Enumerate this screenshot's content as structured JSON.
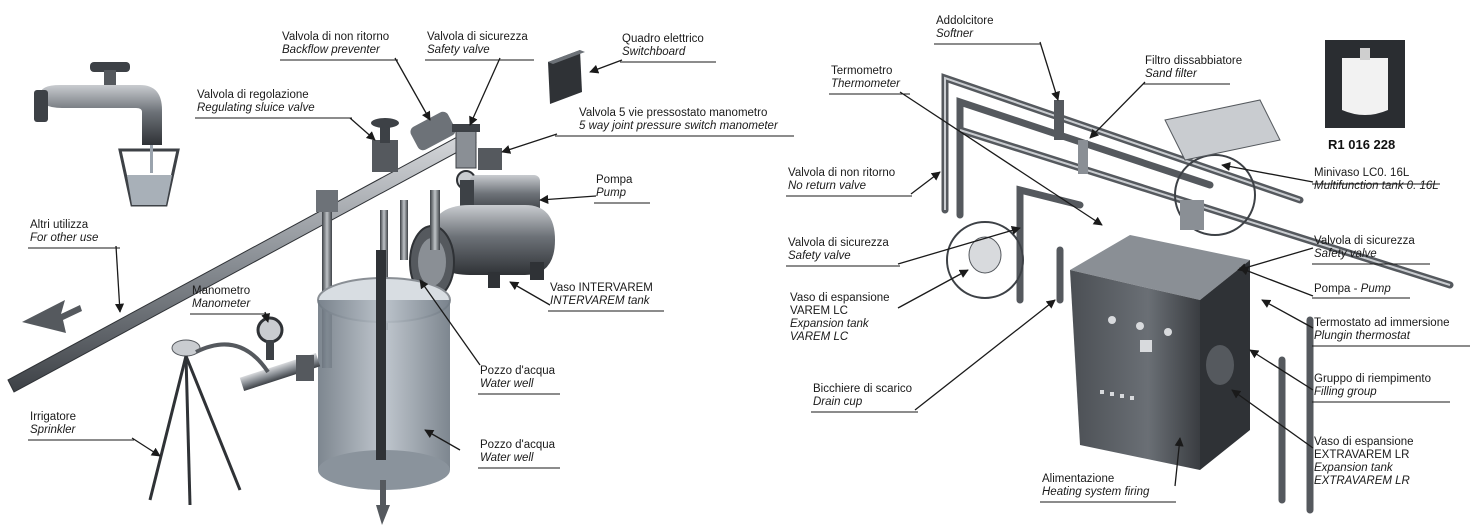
{
  "colors": {
    "metal": "#8a8f95",
    "dark": "#3d4146",
    "pipe": "#55595e",
    "light": "#c9ccd0",
    "water": "#9aa3ad"
  },
  "left_labels": {
    "valvola_non_ritorno": {
      "it": "Valvola di non ritorno",
      "en": "Backflow preventer"
    },
    "valvola_sicurezza": {
      "it": "Valvola di sicurezza",
      "en": "Safety valve"
    },
    "quadro_elettrico": {
      "it": "Quadro elettrico",
      "en": "Switchboard"
    },
    "valvola_regolazione": {
      "it": "Valvola di regolazione",
      "en": "Regulating sluice valve"
    },
    "valvola_5_vie": {
      "it": "Valvola 5 vie pressostato manometro",
      "en": "5 way joint pressure switch manometer"
    },
    "pompa": {
      "it": "Pompa",
      "en": "Pump"
    },
    "altri_utilizza": {
      "it": "Altri utilizza",
      "en": "For other use"
    },
    "manometro": {
      "it": "Manometro",
      "en": "Manometer"
    },
    "vaso_intervarem": {
      "it": "Vaso INTERVAREM",
      "en": "INTERVAREM tank"
    },
    "pozzo_1": {
      "it": "Pozzo d'acqua",
      "en": "Water well"
    },
    "pozzo_2": {
      "it": "Pozzo d'acqua",
      "en": "Water well"
    },
    "irrigatore": {
      "it": "Irrigatore",
      "en": "Sprinkler"
    }
  },
  "right_labels": {
    "addolcitore": {
      "it": "Addolcitore",
      "en": "Softner"
    },
    "termometro": {
      "it": "Termometro",
      "en": "Thermometer"
    },
    "filtro": {
      "it": "Filtro dissabbiatore",
      "en": "Sand filter"
    },
    "valvola_non_ritorno": {
      "it": "Valvola di non ritorno",
      "en": "No return valve"
    },
    "minivaso": {
      "it": "Minivaso LC0. 16L",
      "en": "Multifunction tank 0. 16L"
    },
    "valvola_sicurezza_l": {
      "it": "Valvola di sicurezza",
      "en": "Safety valve"
    },
    "valvola_sicurezza_r": {
      "it": "Valvola di sicurezza",
      "en": "Safety valve"
    },
    "vaso_varem": {
      "it1": "Vaso di espansione",
      "it2": "VAREM LC",
      "en1": "Expansion tank",
      "en2": "VAREM LC"
    },
    "pompa": {
      "it": "Pompa",
      "en": "Pump",
      "sep": " - "
    },
    "termostato": {
      "it": "Termostato ad immersione",
      "en": "Plungin thermostat"
    },
    "bicchiere": {
      "it": "Bicchiere di scarico",
      "en": "Drain cup"
    },
    "gruppo": {
      "it": "Gruppo di riempimento",
      "en": "Filling group"
    },
    "vaso_extravarem": {
      "it1": "Vaso di espansione",
      "it2": "EXTRAVAREM LR",
      "en1": "Expansion tank",
      "en2": "EXTRAVAREM LR"
    },
    "alimentazione": {
      "it": "Alimentazione",
      "en": "Heating system firing"
    }
  },
  "product_code": "R1 016 228"
}
